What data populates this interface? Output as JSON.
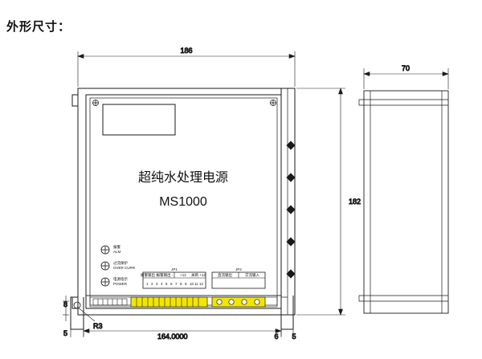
{
  "page": {
    "heading": "外形尺寸："
  },
  "drawing": {
    "front_view": {
      "product_title": "超纯水处理电源",
      "product_model": "MS1000",
      "dimensions": {
        "top_width": "186",
        "bottom_width": "164.0000",
        "right_height": "182",
        "left_small_1": "8",
        "left_small_2": "5",
        "bottom_left_offset": "5",
        "bottom_right_offset": "6",
        "bottom_right_offset_2": "5",
        "radius_note": "R3"
      },
      "indicator_labels": [
        {
          "cn": "报警",
          "en": "ALM"
        },
        {
          "cn": "过流保护",
          "en": "OVER CURR"
        },
        {
          "cn": "电源指示",
          "en": "POWER"
        }
      ],
      "terminal_blocks": [
        {
          "header": "JP1",
          "labels": [
            "报警输出 +",
            "报警输出 -",
            "+12",
            "关断 +12"
          ],
          "pin_numbers": [
            "1",
            "2",
            "3",
            "4",
            "5",
            "6",
            "7",
            "8",
            "9",
            "10",
            "11",
            "12"
          ]
        },
        {
          "header": "JP2",
          "labels": [
            "直流输出",
            "交流输入"
          ]
        }
      ]
    },
    "side_view": {
      "dimensions": {
        "width": "70"
      }
    }
  },
  "colors": {
    "line": "#1a1a1a",
    "background": "#ffffff",
    "yellow_connector": "#f2e600",
    "text": "#111111"
  }
}
